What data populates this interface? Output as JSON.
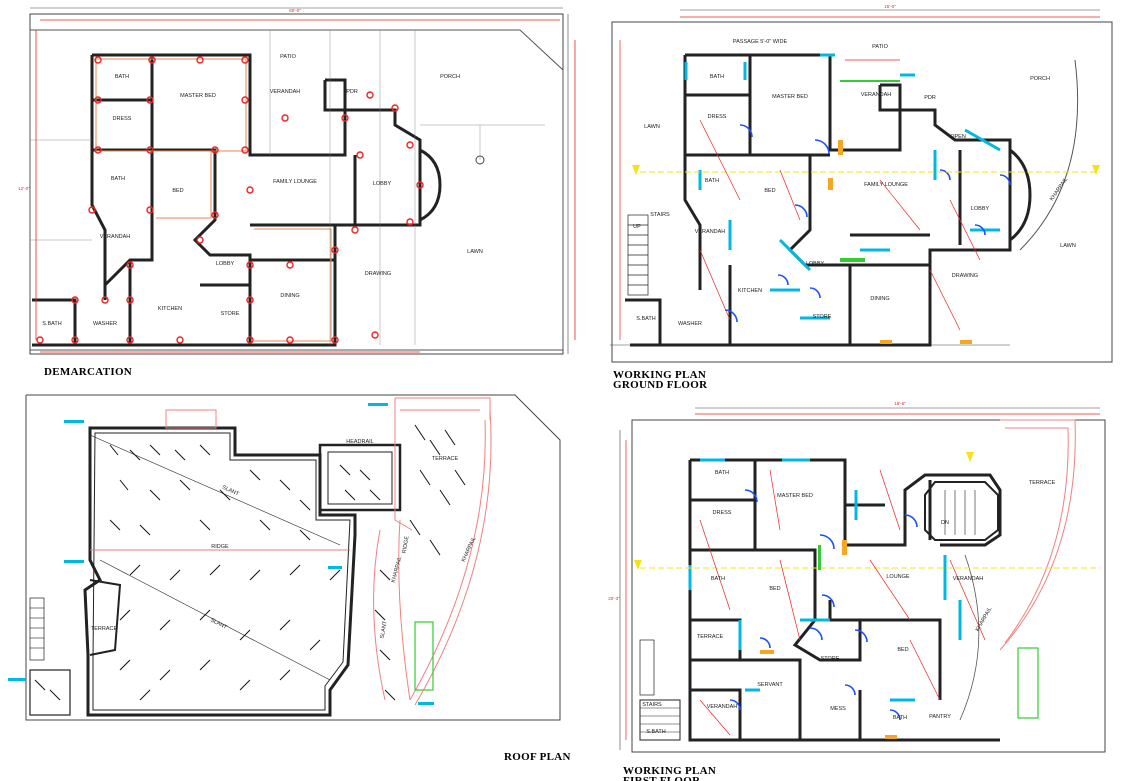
{
  "colors": {
    "wall": "#222222",
    "dim": "#ee2222",
    "cyan": "#00b8e0",
    "blue": "#1a4fff",
    "yellow": "#f5e21a",
    "green": "#33cc33",
    "pink": "#f08080",
    "orange": "#f5a623"
  },
  "titles": {
    "demarcation": "DEMARCATION",
    "ground_line1": "WORKING  PLAN",
    "ground_line2": "GROUND FLOOR",
    "roof": "ROOF  PLAN",
    "first_line1": "WORKING  PLAN",
    "first_line2": "FIRST FLOOR"
  },
  "demarcation_rooms": {
    "bath": "BATH",
    "master_bed": "MASTER BED",
    "patio": "PATIO",
    "porch": "PORCH",
    "verandah": "VERANDAH",
    "pdr": "PDR",
    "dress": "DRESS",
    "bath2": "BATH",
    "bed": "BED",
    "family_lounge": "FAMILY LOUNGE",
    "lobby": "LOBBY",
    "verandah2": "VERANDAH",
    "lobby2": "LOBBY",
    "lawn": "LAWN",
    "dining": "DINING",
    "drawing": "DRAWING",
    "kitchen": "KITCHEN",
    "store": "STORE",
    "s_bath": "S.BATH",
    "washer": "WASHER"
  },
  "ground_rooms": {
    "passage": "PASSAGE 5'-0\" WIDE",
    "patio": "PATIO",
    "porch": "PORCH",
    "bath": "BATH",
    "master_bed": "MASTER BED",
    "verandah": "VERANDAH",
    "pdr": "PDR",
    "lawn": "LAWN",
    "dress": "DRESS",
    "open": "OPEN",
    "bath2": "BATH",
    "family_lounge": "FAMILY LOUNGE",
    "bed": "BED",
    "lobby": "LOBBY",
    "verandah2": "VERANDAH",
    "lobby2": "LOBBY",
    "lawn2": "LAWN",
    "kharpail": "KHARPAIL",
    "drawing": "DRAWING",
    "kitchen": "KITCHEN",
    "dining": "DINING",
    "store": "STORE",
    "washer": "WASHER",
    "stairs": "STAIRS",
    "up": "UP",
    "s_bath": "S.BATH"
  },
  "roof_labels": {
    "headrail": "HEADRAIL",
    "terrace": "TERRACE",
    "slant1": "SLANT",
    "ridge": "RIDGE",
    "slant2": "SLANT",
    "kharpail1": "KHARPAIL",
    "kharpail2": "KHARPAIL",
    "terrace2": "TERRACE",
    "ridge2": "RIDGE",
    "slant3": "SLANT"
  },
  "first_rooms": {
    "bath": "BATH",
    "master_bed": "MASTER BED",
    "terrace": "TERRACE",
    "dress": "DRESS",
    "bath2": "BATH",
    "lounge": "LOUNGE",
    "verandah": "VERANDAH",
    "bed": "BED",
    "terrace2": "TERRACE",
    "kharpail": "KHARPAIL",
    "store": "STORE",
    "bed2": "BED",
    "servant": "SERVANT",
    "verandah2": "VERANDAH",
    "mess": "MESS",
    "bath3": "BATH",
    "s_bath": "S.BATH",
    "stairs": "STAIRS",
    "dn": "DN",
    "pantry": "PANTRY"
  },
  "dimension_samples": {
    "top1": "60'-0\"",
    "top2": "15'-0\"",
    "top3": "18'-6\"",
    "side1": "12'-0\"",
    "side2": "20'-3\""
  }
}
